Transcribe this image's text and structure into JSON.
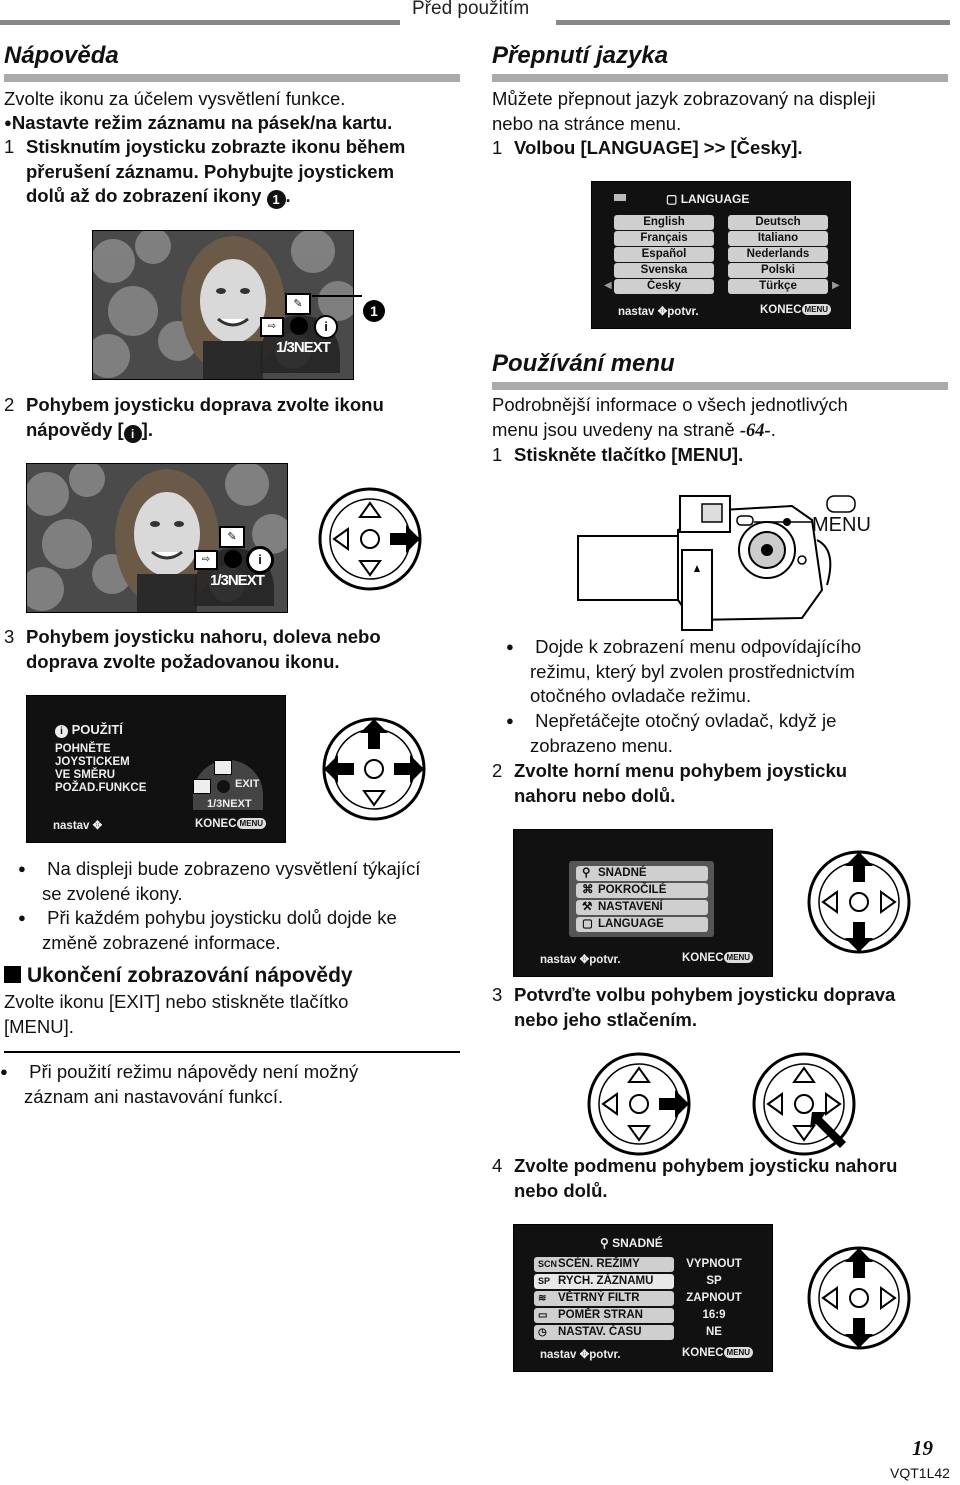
{
  "header": {
    "title": "Před použitím"
  },
  "help": {
    "title": "Nápověda",
    "intro": "Zvolte ikonu za účelem vysvětlení funkce.",
    "bullet1": "Nastavte režim záznamu na pásek/na kartu.",
    "step1_num": "1",
    "step1_l1": "Stisknutím joysticku zobrazte ikonu během",
    "step1_l2": "přerušení záznamu. Pohybujte joystickem",
    "step1_l3": "dolů až do zobrazení ikony ",
    "callout_label": "1",
    "photo_next": "1/3NEXT",
    "step2_num": "2",
    "step2_l1": "Pohybem joysticku doprava zvolte ikonu",
    "step2_l2": "nápovědy [",
    "step2_l2_end": "].",
    "step3_num": "3",
    "step3_l1": "Pohybem joysticku nahoru, doleva nebo",
    "step3_l2": "doprava zvolte požadovanou ikonu.",
    "screen": {
      "title": "POUŽITÍ",
      "line1": "POHNĚTE",
      "line2": "JOYSTICKEM",
      "line3": "VE SMĚRU",
      "line4": "POŽAD.FUNKCE",
      "exit": "EXIT",
      "next": "1/3NEXT",
      "foot_left": "nastav",
      "foot_right": "KONEC",
      "menu": "MENU"
    },
    "bullet2_l1": "Na displeji bude zobrazeno vysvětlení týkající",
    "bullet2_l2": "se zvolené ikony.",
    "bullet3_l1": "Při každém pohybu joysticku dolů dojde ke",
    "bullet3_l2": "změně zobrazené informace.",
    "end_title": "Ukončení zobrazování nápovědy",
    "end_l1": "Zvolte ikonu [EXIT] nebo stiskněte tlačítko",
    "end_l2": "[MENU].",
    "note_l1": "Při použití režimu nápovědy není možný",
    "note_l2": "záznam ani nastavování funkcí."
  },
  "language": {
    "title": "Přepnutí jazyka",
    "intro_l1": "Můžete přepnout jazyk zobrazovaný na displeji",
    "intro_l2": "nebo na stránce menu.",
    "step1_num": "1",
    "step1": "Volbou [LANGUAGE] >> [Česky].",
    "screen": {
      "title": "LANGUAGE",
      "left": [
        "English",
        "Français",
        "Español",
        "Svenska",
        "Česky"
      ],
      "right": [
        "Deutsch",
        "Italiano",
        "Nederlands",
        "Polski",
        "Türkçe"
      ],
      "foot_left": "nastav",
      "foot_mid": "potvr.",
      "foot_right": "KONEC",
      "menu": "MENU"
    }
  },
  "menu_use": {
    "title": "Používání menu",
    "intro_l1": "Podrobnější informace o všech jednotlivých",
    "intro_l2": "menu jsou uvedeny na straně ",
    "intro_ref": "-64-",
    "intro_end": ".",
    "step1_num": "1",
    "step1": "Stiskněte tlačítko [MENU].",
    "camera_label": "MENU",
    "bullet1_l1": "Dojde k zobrazení menu odpovídajícího",
    "bullet1_l2": "režimu, který byl zvolen prostřednictvím",
    "bullet1_l3": "otočného ovladače režimu.",
    "bullet2_l1": "Nepřetáčejte otočný ovladač, když je",
    "bullet2_l2": "zobrazeno menu.",
    "step2_num": "2",
    "step2_l1": "Zvolte horní menu pohybem joysticku",
    "step2_l2": "nahoru nebo dolů.",
    "top_menu": {
      "items": [
        "SNADNÉ",
        "POKROČILÉ",
        "NASTAVENÍ",
        "LANGUAGE"
      ],
      "foot_left": "nastav",
      "foot_mid": "potvr.",
      "foot_right": "KONEC",
      "menu": "MENU"
    },
    "step3_num": "3",
    "step3_l1": "Potvrďte volbu pohybem joysticku doprava",
    "step3_l2": "nebo jeho stlačením.",
    "step4_num": "4",
    "step4_l1": "Zvolte podmenu pohybem joysticku nahoru",
    "step4_l2": "nebo dolů.",
    "sub_menu": {
      "title": "SNADNÉ",
      "rows": [
        {
          "icon": "SCN",
          "label": "SCÉN. REŽIMY",
          "value": "VYPNOUT"
        },
        {
          "icon": "SP",
          "label": "RYCH. ZÁZNAMU",
          "value": "SP"
        },
        {
          "icon": "≋",
          "label": "VĚTRNÝ FILTR",
          "value": "ZAPNOUT"
        },
        {
          "icon": "▭",
          "label": "POMĚR STRAN",
          "value": "16:9"
        },
        {
          "icon": "◷",
          "label": "NASTAV. ČASU",
          "value": "NE"
        }
      ],
      "foot_left": "nastav",
      "foot_mid": "potvr.",
      "foot_right": "KONEC",
      "menu": "MENU"
    }
  },
  "footer": {
    "page": "19",
    "code": "VQT1L42"
  }
}
